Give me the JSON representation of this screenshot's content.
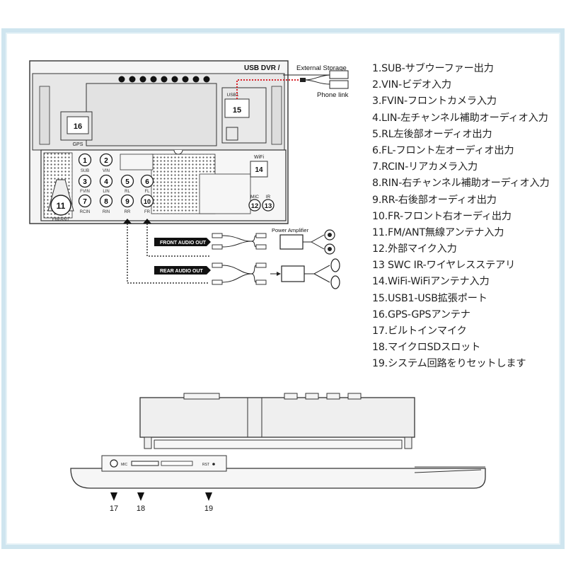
{
  "header": {
    "title": "USB DVR /",
    "external_storage": "External Storage",
    "phone_link": "Phone link"
  },
  "connectors": {
    "c1": {
      "num": "1",
      "label": "SUB"
    },
    "c2": {
      "num": "2",
      "label": "VIN"
    },
    "c3": {
      "num": "3",
      "label": "FVIN"
    },
    "c4": {
      "num": "4",
      "label": "LIN"
    },
    "c5": {
      "num": "5",
      "label": "RL"
    },
    "c6": {
      "num": "6",
      "label": "FL"
    },
    "c7": {
      "num": "7",
      "label": "RCIN"
    },
    "c8": {
      "num": "8",
      "label": "RIN"
    },
    "c9": {
      "num": "9",
      "label": "RR"
    },
    "c10": {
      "num": "10",
      "label": "FR"
    },
    "c11": {
      "num": "11",
      "label": "FM/ANT"
    },
    "c12": {
      "num": "12",
      "label": "MIC"
    },
    "c13": {
      "num": "13",
      "label": "IR"
    },
    "c14": {
      "num": "14",
      "label": "WiFi"
    },
    "c15": {
      "num": "15",
      "label": "USB1"
    },
    "c16": {
      "num": "16",
      "label": "GPS"
    }
  },
  "audio": {
    "front_label": "FRONT AUDIO OUT",
    "rear_label": "REAR AUDIO OUT",
    "amplifier_label": "Power Amplifier"
  },
  "side_labels": {
    "mic": "MIC",
    "rst": "RST"
  },
  "bottom_numbers": {
    "n17": "17",
    "n18": "18",
    "n19": "19"
  },
  "pin_list": [
    "1.SUB-サブウーファー出力",
    "2.VIN-ビデオ入力",
    "3.FVIN-フロントカメラ入力",
    "4.LIN-左チャンネル補助オーディオ入力",
    "5.RL左後部オーディオ出力",
    "6.FL-フロント左オーディオ出力",
    "7.RCIN-リアカメラ入力",
    "8.RIN-右チャンネル補助オーディオ入力",
    "9.RR-右後部オーディオ出力",
    "10.FR-フロント右オーディ出力",
    "11.FM/ANT無線アンテナ入力",
    "12.外部マイク入力",
    "13 SWC IR-ワイヤレスステアリ",
    "14.WiFi-WiFiアンテナ入力",
    "15.USB1-USB拡張ポート",
    "16.GPS-GPSアンテナ",
    "17.ビルトインマイク",
    "18.マイクロSDスロット",
    "19.システム回路をりセットします"
  ]
}
